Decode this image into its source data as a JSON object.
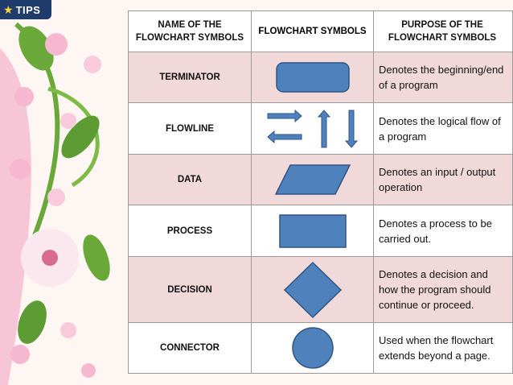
{
  "logo": {
    "text": "TIPS"
  },
  "table": {
    "headers": [
      "NAME OF THE FLOWCHART SYMBOLS",
      "FLOWCHART SYMBOLS",
      "PURPOSE OF THE FLOWCHART SYMBOLS"
    ],
    "rows": [
      {
        "name": "TERMINATOR",
        "symbol": "rounded-rectangle",
        "purpose": "Denotes the beginning/end of a program"
      },
      {
        "name": "FLOWLINE",
        "symbol": "arrows",
        "purpose": "Denotes the logical flow of a program"
      },
      {
        "name": "DATA",
        "symbol": "parallelogram",
        "purpose": "Denotes an input / output operation"
      },
      {
        "name": "PROCESS",
        "symbol": "rectangle",
        "purpose": "Denotes a process to be carried out."
      },
      {
        "name": "DECISION",
        "symbol": "diamond",
        "purpose": "Denotes a decision and how the program should continue or proceed."
      },
      {
        "name": "CONNECTOR",
        "symbol": "circle",
        "purpose": "Used when the flowchart extends beyond a page."
      }
    ]
  },
  "colors": {
    "symbol_fill": "#4f81bd",
    "symbol_stroke": "#2f5587",
    "row_pink": "#f2d9d9",
    "border": "#9a9a9a"
  }
}
